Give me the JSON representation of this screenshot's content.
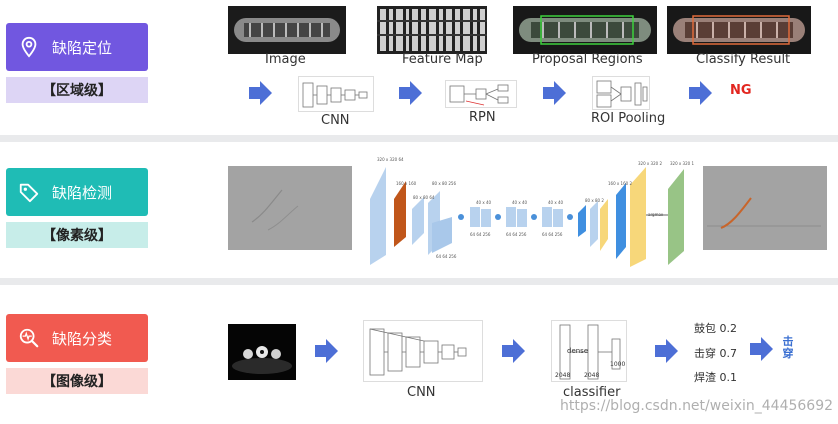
{
  "row1": {
    "label_top": "缺陷定位",
    "label_bottom": "【区域级】",
    "color_top": "#7157e0",
    "color_bottom": "#ddd5f5",
    "captions": {
      "image": "Image",
      "feature_map": "Feature Map",
      "proposal": "Proposal Regions",
      "classify": "Classify Result",
      "cnn": "CNN",
      "rpn": "RPN",
      "roi": "ROI Pooling"
    },
    "result": "NG"
  },
  "row2": {
    "label_top": "缺陷检测",
    "label_bottom": "【像素级】",
    "color_top": "#1fbcb5",
    "color_bottom": "#c7ede9",
    "tiny": {
      "t1": "320 x 320 64",
      "t2": "160 x 160",
      "t3": "80 x 80 64",
      "t4": "80 x 80 256",
      "t5": "40 x 40",
      "t6": "40 x 40",
      "t7": "40 x 40",
      "t8": "80 x 80 2",
      "t9": "160 x 160 2",
      "t10": "320 x 320 2",
      "t11": "320 x 320 1",
      "t12": "argmax",
      "t13": "64 64 256",
      "t14": "64 64 256",
      "t15": "64 64 256",
      "t16": "64 64 256"
    }
  },
  "row3": {
    "label_top": "缺陷分类",
    "label_bottom": "【图像级】",
    "color_top": "#f15a50",
    "color_bottom": "#fbd9d6",
    "captions": {
      "cnn": "CNN",
      "classifier": "classifier"
    },
    "classifier_labels": {
      "dense": "dense",
      "n1": "2048",
      "n2": "2048",
      "n3": "1000"
    },
    "results": [
      {
        "name": "鼓包",
        "score": "0.2"
      },
      {
        "name": "击穿",
        "score": "0.7"
      },
      {
        "name": "焊渣",
        "score": "0.1"
      }
    ],
    "output": "击穿"
  },
  "watermark": "https://blog.csdn.net/weixin_44456692",
  "colors": {
    "arrow": "#4d6fd6",
    "background": "#e9eaec"
  },
  "icons": [
    "location-pin-icon",
    "tag-icon",
    "search-pulse-icon"
  ]
}
